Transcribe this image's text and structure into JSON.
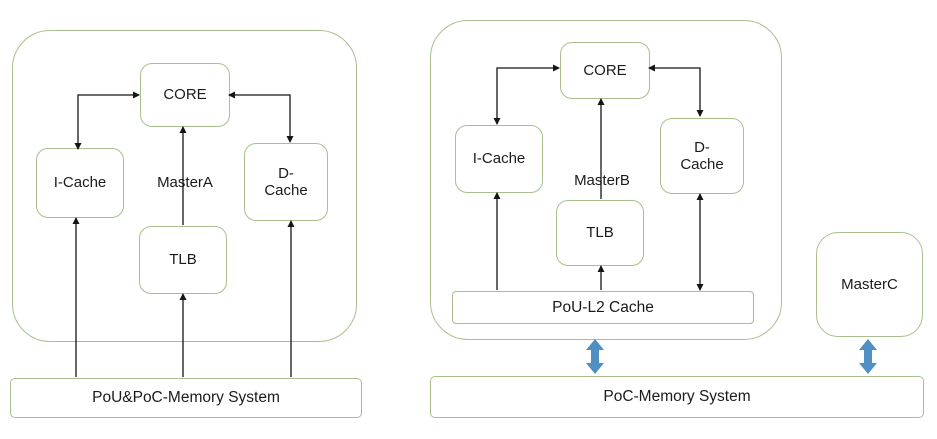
{
  "colors": {
    "box_border": "#a9c08e",
    "blue_arrow": "#4f8fc4",
    "line": "#151515"
  },
  "left": {
    "core": "CORE",
    "icache": "I-Cache",
    "dcache": "D-Cache",
    "tlb": "TLB",
    "master": "MasterA",
    "memory": "PoU&PoC-Memory System"
  },
  "right": {
    "core": "CORE",
    "icache": "I-Cache",
    "dcache": "D-Cache",
    "tlb": "TLB",
    "master": "MasterB",
    "l2": "PoU-L2 Cache",
    "masterc": "MasterC",
    "memory": "PoC-Memory System"
  }
}
